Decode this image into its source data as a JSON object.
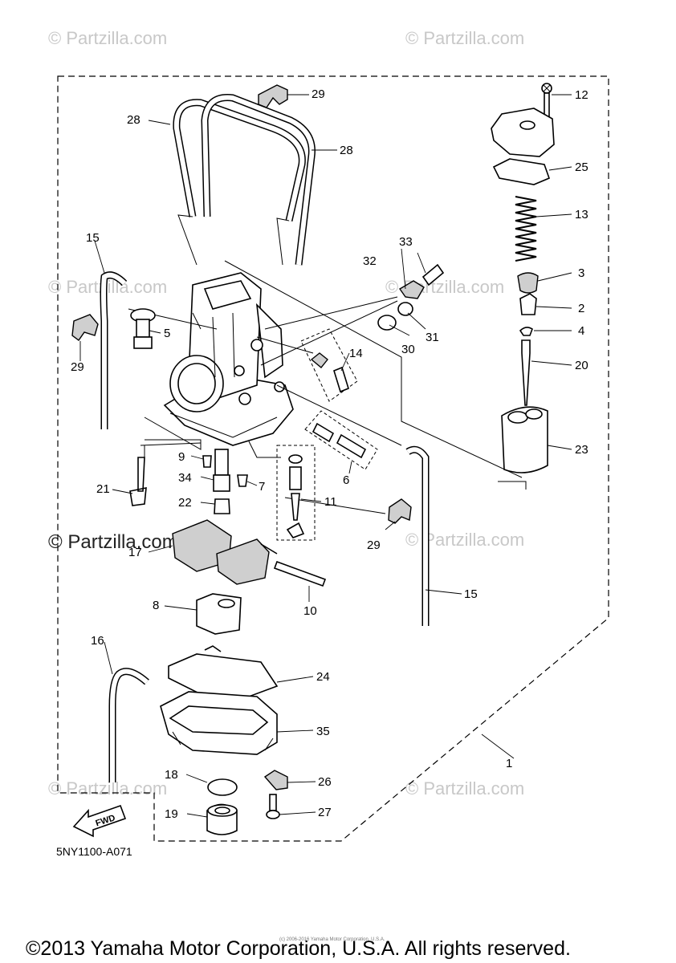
{
  "watermark": "© Partzilla.com",
  "watermark_prominent": "© Partzilla.com",
  "diagram_code": "5NY1100-A071",
  "fwd_label": "FWD",
  "source_credit": "(c) 2006-2016 Yamaha Motor Corporation, U.S.A.",
  "copyright": "©2013 Yamaha Motor Corporation, U.S.A. All rights reserved.",
  "callouts": {
    "c1": "1",
    "c2": "2",
    "c3": "3",
    "c4": "4",
    "c5": "5",
    "c6": "6",
    "c7": "7",
    "c8": "8",
    "c9": "9",
    "c10": "10",
    "c11": "11",
    "c12": "12",
    "c13": "13",
    "c14": "14",
    "c15a": "15",
    "c15b": "15",
    "c16": "16",
    "c17": "17",
    "c18": "18",
    "c19": "19",
    "c20": "20",
    "c21": "21",
    "c22": "22",
    "c23": "23",
    "c24": "24",
    "c25": "25",
    "c26": "26",
    "c27": "27",
    "c28a": "28",
    "c28b": "28",
    "c29a": "29",
    "c29b": "29",
    "c29c": "29",
    "c30": "30",
    "c31": "31",
    "c32": "32",
    "c33": "33",
    "c34": "34",
    "c35": "35"
  }
}
